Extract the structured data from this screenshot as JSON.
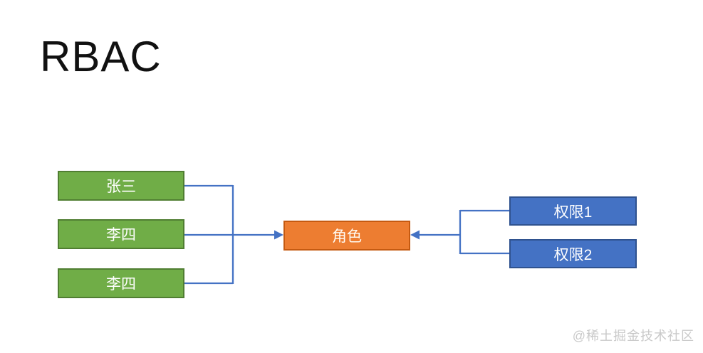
{
  "title": "RBAC",
  "watermark": "@稀土掘金技术社区",
  "colors": {
    "title_color": "#111111",
    "green_fill": "#70AD47",
    "green_border": "#507E32",
    "blue_fill": "#4472C4",
    "blue_border": "#2F528F",
    "orange_fill": "#ED7D31",
    "orange_border": "#C55A11",
    "connector": "#4472C4",
    "watermark_color": "#C9C9C9"
  },
  "diagram": {
    "users": [
      {
        "label": "张三"
      },
      {
        "label": "李四"
      },
      {
        "label": "李四"
      }
    ],
    "role": {
      "label": "角色"
    },
    "permissions": [
      {
        "label": "权限1"
      },
      {
        "label": "权限2"
      }
    ],
    "relations": [
      "users -> role",
      "permissions -> role"
    ]
  }
}
